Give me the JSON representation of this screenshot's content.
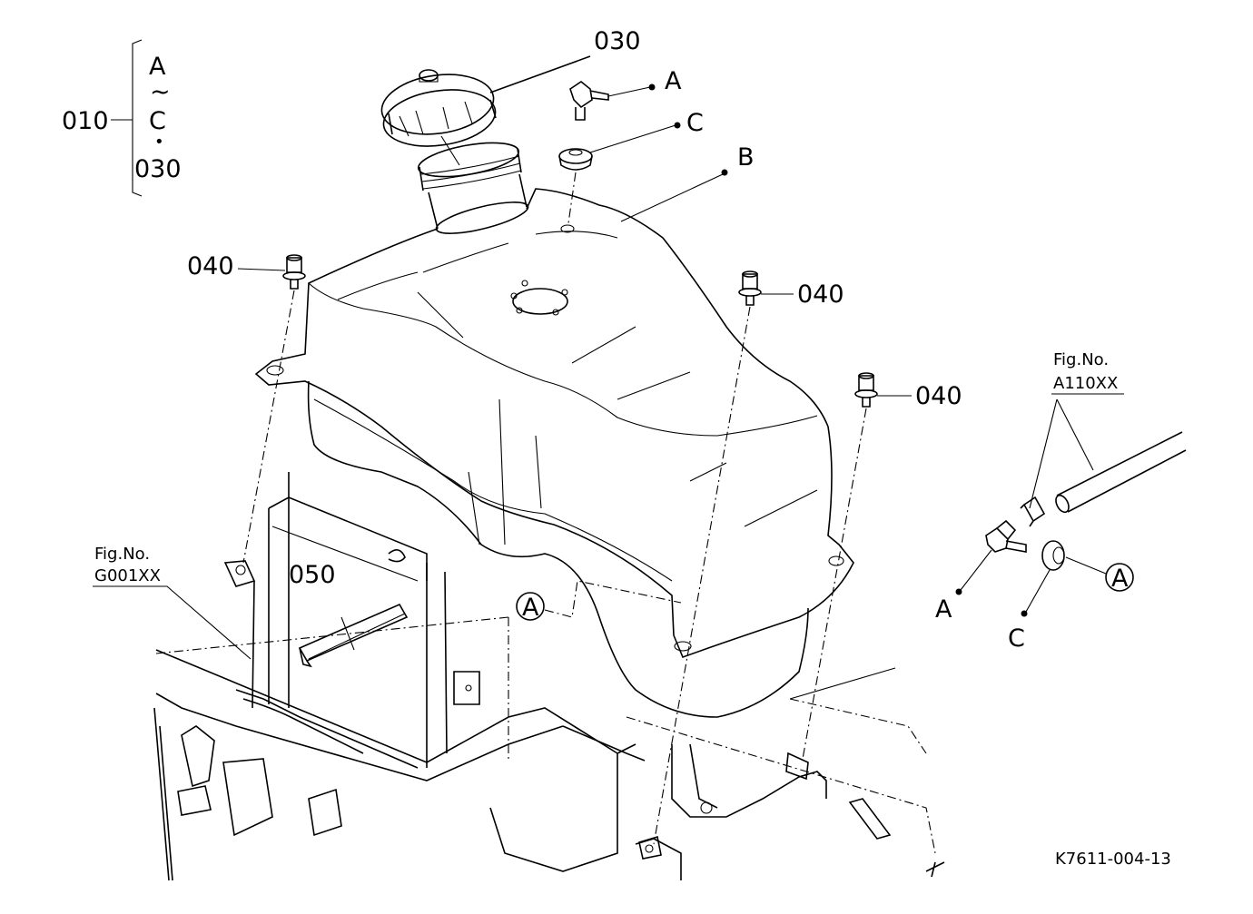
{
  "labels": {
    "part_010": "010",
    "range_a": "A",
    "range_tilde": "~",
    "range_c": "C",
    "range_bullet": "•",
    "range_030": "030",
    "part_030": "030",
    "ref_a_top": "A",
    "ref_c_top": "C",
    "ref_b": "B",
    "part_040_left": "040",
    "part_040_mid": "040",
    "part_040_right": "040",
    "part_050": "050",
    "circle_a_left": "A",
    "circle_a_right": "A",
    "ref_a_right": "A",
    "ref_c_right": "C"
  },
  "fig_refs": {
    "left_title": "Fig.No.",
    "left_code": "G001XX",
    "right_title": "Fig.No.",
    "right_code": "A110XX"
  },
  "drawing_code": "K7611-004-13"
}
